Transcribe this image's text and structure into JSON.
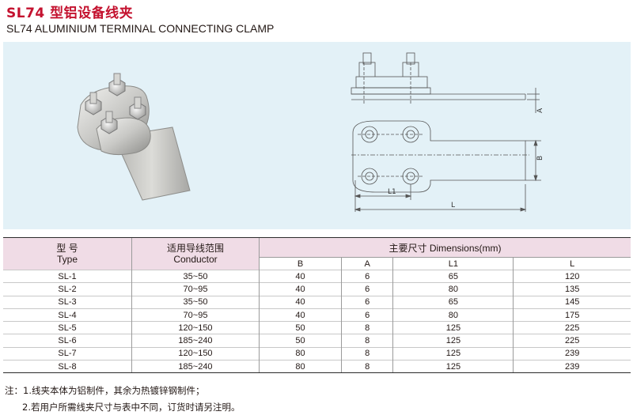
{
  "title": {
    "cn": "SL74 型铝设备线夹",
    "en": "SL74  ALUMINIUM TERMINAL CONNECTING CLAMP"
  },
  "drawing": {
    "label_a": "A",
    "label_b": "B",
    "label_l1": "L1",
    "label_l": "L"
  },
  "table": {
    "header": {
      "type_cn": "型 号",
      "type_en": "Type",
      "conductor_cn": "适用导线范围",
      "conductor_en": "Conductor",
      "dimensions": "主要尺寸 Dimensions(mm)",
      "cols": [
        "B",
        "A",
        "L1",
        "L"
      ]
    },
    "rows": [
      {
        "type": "SL-1",
        "conductor": "35~50",
        "b": "40",
        "a": "6",
        "l1": "65",
        "l": "120"
      },
      {
        "type": "SL-2",
        "conductor": "70~95",
        "b": "40",
        "a": "6",
        "l1": "80",
        "l": "135"
      },
      {
        "type": "SL-3",
        "conductor": "35~50",
        "b": "40",
        "a": "6",
        "l1": "65",
        "l": "145"
      },
      {
        "type": "SL-4",
        "conductor": "70~95",
        "b": "40",
        "a": "6",
        "l1": "80",
        "l": "175"
      },
      {
        "type": "SL-5",
        "conductor": "120~150",
        "b": "50",
        "a": "8",
        "l1": "125",
        "l": "225"
      },
      {
        "type": "SL-6",
        "conductor": "185~240",
        "b": "50",
        "a": "8",
        "l1": "125",
        "l": "225"
      },
      {
        "type": "SL-7",
        "conductor": "120~150",
        "b": "80",
        "a": "8",
        "l1": "125",
        "l": "239"
      },
      {
        "type": "SL-8",
        "conductor": "185~240",
        "b": "80",
        "a": "8",
        "l1": "125",
        "l": "239"
      }
    ]
  },
  "notes": {
    "line1": "注：1.线夹本体为铝制件，其余为热镀锌钢制件；",
    "line2": "2.若用户所需线夹尺寸与表中不同，订货时请另注明。"
  }
}
